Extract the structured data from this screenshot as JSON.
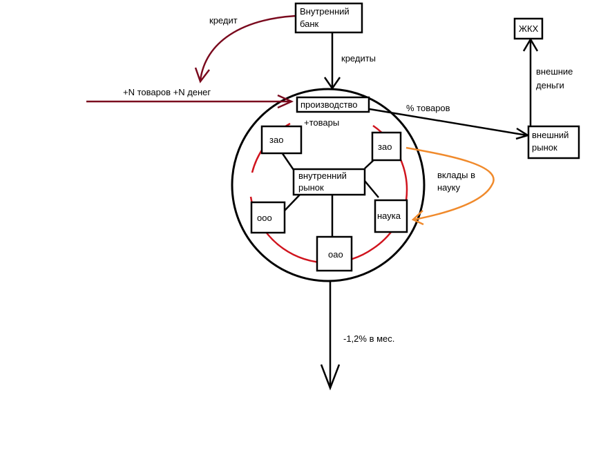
{
  "colors": {
    "line": "#000000",
    "credit_arrow": "#7a0a1e",
    "inner_ring": "#d0141e",
    "science_arrow": "#f08a2c"
  },
  "nodes": {
    "bank": [
      "Внутренний",
      "банк"
    ],
    "zhkh": "ЖКХ",
    "production": "производство",
    "external_market": [
      "внешний",
      "рынок"
    ],
    "internal_market": [
      "внутренний",
      "рынок"
    ],
    "zao_left": "зао",
    "zao_right": "зао",
    "ooo": "ооо",
    "nauka": "наука",
    "oao": "оао"
  },
  "labels": {
    "credit": "кредит",
    "credits": "кредиты",
    "inflow": "+N товаров +N денег",
    "goods": "+товары",
    "percent_goods": "% товаров",
    "external_money": [
      "внешние",
      "деньги"
    ],
    "science_deposits": [
      "вклады в",
      "науку"
    ],
    "decline": "-1,2% в мес."
  }
}
